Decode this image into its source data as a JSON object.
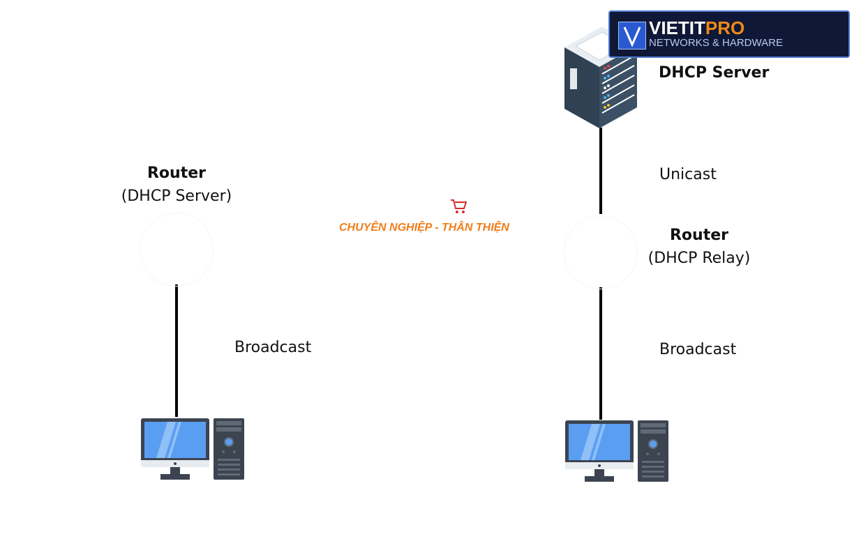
{
  "diagram": {
    "left": {
      "router_title": "Router",
      "router_role": "(DHCP Server)",
      "link_label": "Broadcast"
    },
    "right": {
      "server_title": "DHCP Server",
      "upper_link_label": "Unicast",
      "router_title": "Router",
      "router_role": "(DHCP Relay)",
      "lower_link_label": "Broadcast"
    }
  },
  "logo": {
    "name_main": "VIETIT",
    "name_accent": "PRO",
    "tagline": "NETWORKS & HARDWARE"
  },
  "watermark": {
    "slogan": "CHUYÊN NGHIỆP  -  THÂN THIỆN"
  },
  "colors": {
    "line": "#000000",
    "screen": "#5a9ef2",
    "monitor_frame": "#3c4450",
    "server_body": "#2f4152",
    "logo_bg": "#0f1836",
    "logo_accent": "#f08a12",
    "slogan": "#f07d1a"
  },
  "icons": [
    "server-rack-icon",
    "desktop-computer-icon",
    "router-icon",
    "shopping-cart-icon"
  ]
}
